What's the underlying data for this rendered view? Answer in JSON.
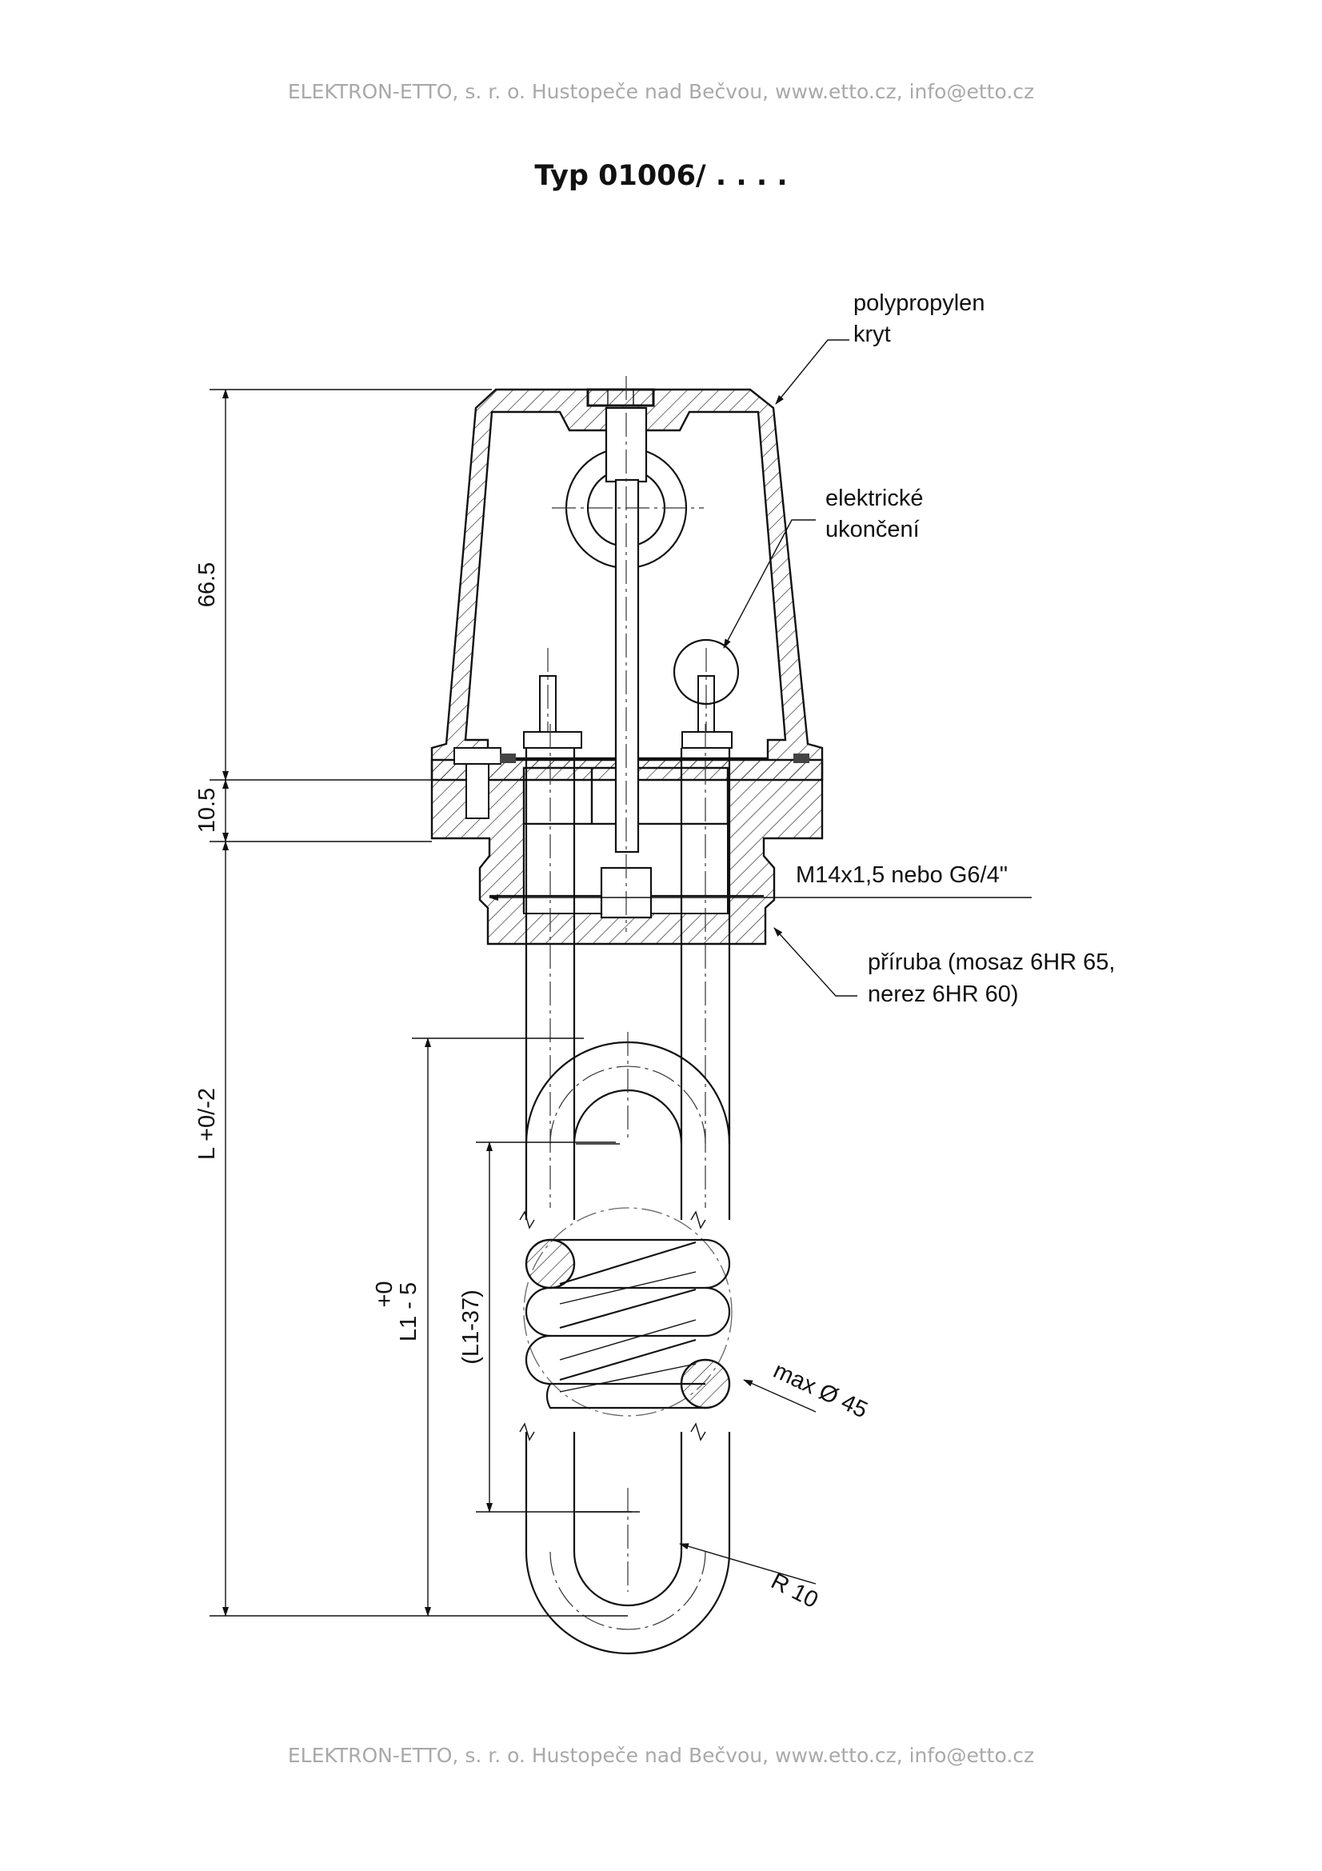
{
  "header": {
    "text": "ELEKTRON-ETTO, s. r. o. Hustopeče nad Bečvou, www.etto.cz, info@etto.cz"
  },
  "footer": {
    "text": "ELEKTRON-ETTO, s. r. o. Hustopeče nad Bečvou, www.etto.cz, info@etto.cz"
  },
  "title": "Typ 01006/ . . . .",
  "labels": {
    "cover_line1": "polypropylen",
    "cover_line2": "kryt",
    "term_line1": "elektrické",
    "term_line2": "ukončení",
    "thread": "M14x1,5 nebo G6/4\"",
    "flange_line1": "příruba (mosaz 6HR 65,",
    "flange_line2": "nerez 6HR 60)",
    "max_dia": "max Ø 45",
    "radius": "R 10"
  },
  "dimensions": {
    "d_cover": "66.5",
    "d_flange": "10.5",
    "d_total": "L +0/-2",
    "d_l1_tol": "+0",
    "d_l1": "L1 - 5",
    "d_l137": "(L1-37)"
  }
}
